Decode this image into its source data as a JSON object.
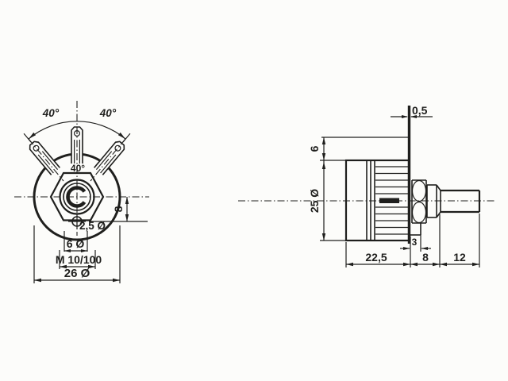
{
  "colors": {
    "ink": "#1f1f1d",
    "paper": "#fcfcfa"
  },
  "front_view": {
    "angle_left_label": "40°",
    "angle_right_label": "40°",
    "terminal_angle_label": "40°",
    "pin_hole_dia_label": "2,5 Ø",
    "hole_dia_label": "6 Ø",
    "thread_label": "M 10/100",
    "body_dia_label": "26 Ø",
    "pin_offset_label": "8"
  },
  "side_view": {
    "panel_thickness_label": "0,5",
    "lug_protrusion_label": "6",
    "body_dia_label": "25 Ø",
    "pin_width_label": "3",
    "body_depth_label": "22,5",
    "bushing_length_label": "8",
    "shaft_length_label": "12"
  }
}
